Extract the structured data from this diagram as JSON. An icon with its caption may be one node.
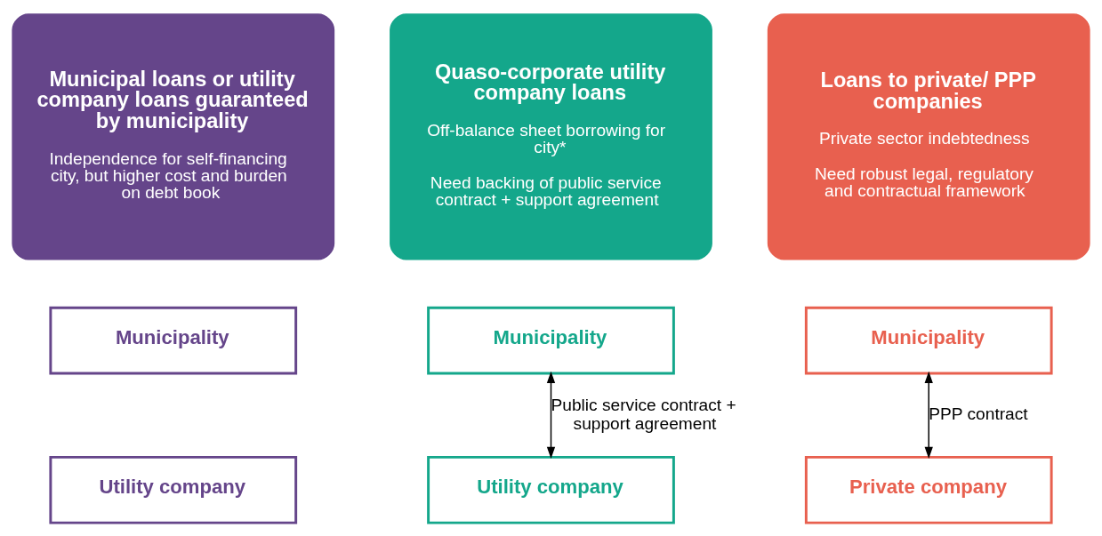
{
  "diagram": {
    "nodes": [
      {
        "text": [
          "Municipal loans or utility company loans guaranteed by municipality",
          "Independence for self-financing city, but higher cost and burden on debt book"
        ]
      },
      {
        "text": [
          "Municipality"
        ]
      },
      {
        "text": [
          "Utility company"
        ]
      },
      {
        "text": [
          "Quaso-corporate utility company loans",
          "Off-balance sheet borrowing for city*",
          "Need backing of public service contract + support agreement"
        ]
      },
      {
        "text": [
          "Municipality"
        ]
      },
      {
        "text": [
          "Utility company"
        ]
      },
      {
        "text": [
          "Loans to private/ PPP companies",
          "Private sector indebtedness",
          "Need robust legal, regulatory and contractual framework"
        ]
      },
      {
        "text": [
          "Municipality"
        ]
      },
      {
        "text": [
          "Private company"
        ]
      }
    ],
    "edges": [
      {
        "from": 4,
        "to": 5,
        "arrow": "both",
        "label": "Public service contract + support agreement"
      },
      {
        "from": 7,
        "to": 8,
        "arrow": "both",
        "label": "PPP contract"
      }
    ]
  }
}
